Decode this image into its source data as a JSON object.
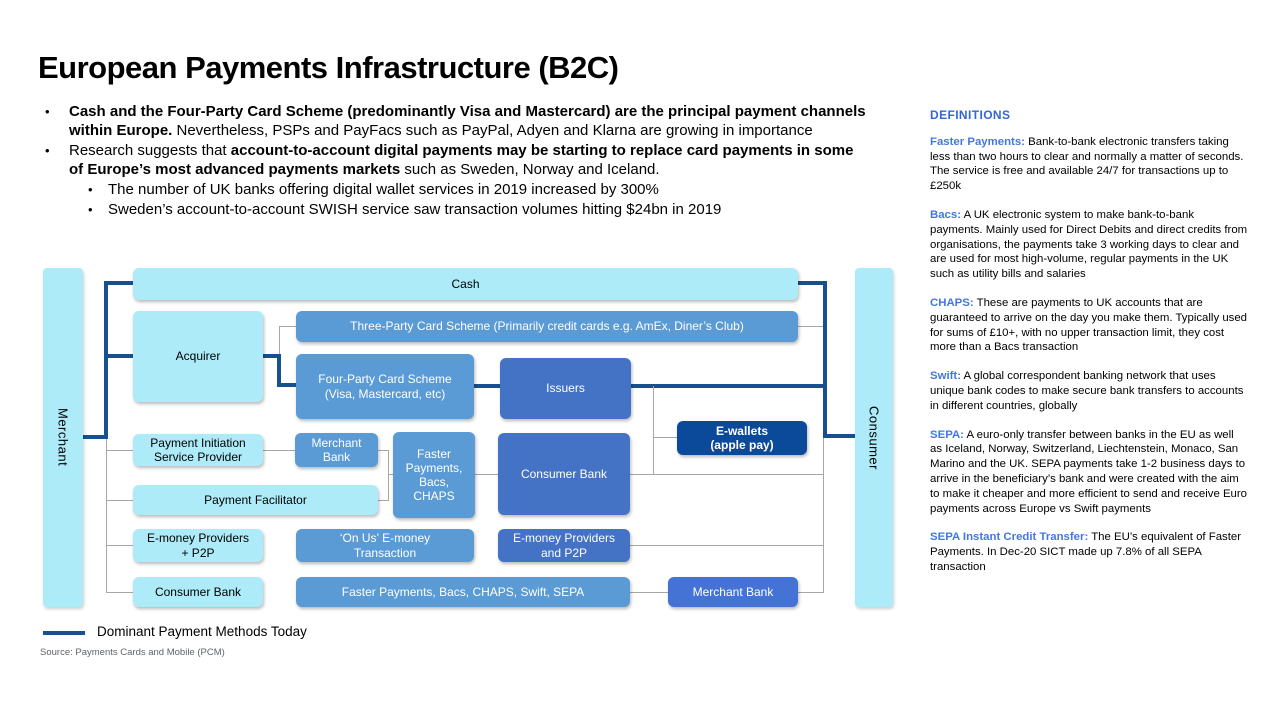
{
  "title": "European Payments Infrastructure (B2C)",
  "bullets": {
    "marker": "•",
    "b1_bold": "Cash and the Four-Party Card Scheme (predominantly Visa and Mastercard) are the principal payment channels within Europe.",
    "b1_rest": " Nevertheless, PSPs and PayFacs such as PayPal, Adyen and Klarna are growing in importance",
    "b2_pre": "Research suggests that ",
    "b2_bold": "account-to-account digital payments may be starting to replace card payments in some of Europe’s most advanced payments markets",
    "b2_rest": " such as Sweden, Norway and Iceland.",
    "sub1": "The number of UK banks offering digital wallet services in 2019 increased by 300%",
    "sub2": "Sweden’s account-to-account SWISH service saw transaction volumes hitting $24bn in 2019"
  },
  "diagram": {
    "merchant_bar": "Merchant",
    "consumer_bar": "Consumer",
    "cash": "Cash",
    "three_party": "Three-Party Card Scheme (Primarily credit cards e.g. AmEx, Diner’s Club)",
    "acquirer": "Acquirer",
    "four_party": "Four-Party Card Scheme\n(Visa, Mastercard, etc)",
    "issuers": "Issuers",
    "pisp": "Payment Initiation\nService Provider",
    "merchant_bank_mid": "Merchant\nBank",
    "faster_short": "Faster\nPayments,\nBacs,\nCHAPS",
    "consumer_bank_big": "Consumer Bank",
    "ewallets": "E-wallets\n(apple pay)",
    "payment_facilitator": "Payment Facilitator",
    "emoney_left": "E-money Providers\n+ P2P",
    "onus": "‘On Us’ E-money\nTransaction",
    "emoney_right": "E-money Providers\nand P2P",
    "consumer_bank_left": "Consumer Bank",
    "faster_long": "Faster Payments, Bacs, CHAPS, Swift, SEPA",
    "merchant_bank_bottom": "Merchant Bank"
  },
  "legend": {
    "label": "Dominant Payment Methods Today"
  },
  "source": "Source: Payments Cards and Mobile (PCM)",
  "definitions": {
    "heading": "DEFINITIONS",
    "items": [
      {
        "term": "Faster Payments:",
        "text": " Bank-to-bank electronic transfers taking less than two hours to clear and normally a matter of seconds. The service is free and available 24/7 for transactions up to £250k"
      },
      {
        "term": "Bacs:",
        "text": " A UK electronic system to make bank-to-bank payments. Mainly used for Direct Debits and direct credits from organisations, the payments take 3 working days to clear and are used for most high-volume, regular payments in the UK such as utility bills and salaries"
      },
      {
        "term": "CHAPS:",
        "text": " These are payments to UK accounts that are guaranteed to arrive on the day you make them. Typically used for sums of £10+, with no upper transaction limit, they cost more than a Bacs transaction"
      },
      {
        "term": "Swift:",
        "text": " A global correspondent banking network that uses unique bank codes to make secure bank transfers to accounts in different countries, globally"
      },
      {
        "term": "SEPA:",
        "text": " A euro-only transfer between banks in the EU as well as Iceland, Norway, Switzerland, Liechtenstein, Monaco, San Marino and the UK. SEPA payments take 1-2 business days to arrive in the beneficiary’s bank and were created with the aim to make it cheaper and more efficient to send and receive Euro payments across Europe vs Swift payments"
      },
      {
        "term": "SEPA Instant Credit Transfer:",
        "text": " The EU’s equivalent of Faster Payments. In Dec-20 SICT made up 7.8% of all SEPA transaction"
      }
    ]
  },
  "colors": {
    "light": "#ADEBF9",
    "mid": "#5B9BD5",
    "dark": "#4472C4",
    "royal": "#4573D5",
    "navy": "#0B4A9A",
    "line": "#17508F",
    "grayline": "#A6A6A6",
    "defhead": "#3566D6",
    "defterm": "#4377E0"
  }
}
